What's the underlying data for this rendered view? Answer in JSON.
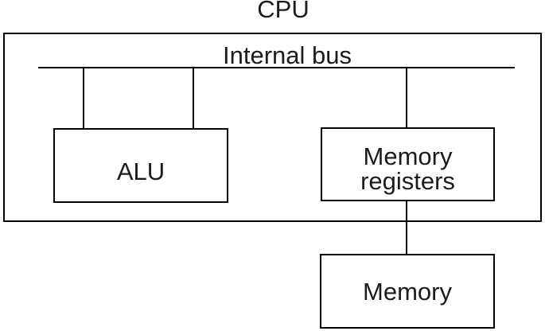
{
  "diagram": {
    "title": "CPU",
    "bus_label": "Internal bus",
    "colors": {
      "stroke": "#000000",
      "text": "#1c1c1c",
      "background": "#ffffff"
    },
    "nodes": {
      "alu": {
        "label": "ALU"
      },
      "memory_registers": {
        "label": "Memory registers",
        "line1": "Memory",
        "line2": "registers"
      },
      "memory": {
        "label": "Memory"
      }
    },
    "connections": [
      {
        "from": "internal-bus",
        "to": "alu",
        "lines": 2
      },
      {
        "from": "internal-bus",
        "to": "memory_registers",
        "lines": 1
      },
      {
        "from": "memory_registers",
        "to": "memory",
        "lines": 1
      }
    ]
  }
}
